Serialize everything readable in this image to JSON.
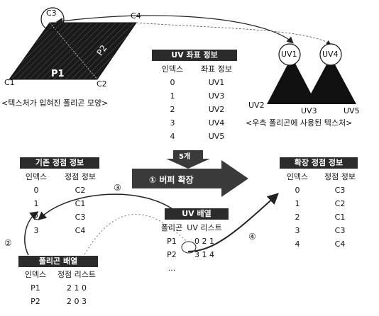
{
  "polygon": {
    "corners": [
      "C1",
      "C2",
      "C3",
      "C4"
    ],
    "faces": [
      "P1",
      "P2"
    ],
    "caption": "<텍스처가 입혀진 폴리곤 모양>"
  },
  "texture": {
    "labels": [
      "UV1",
      "UV4",
      "UV2",
      "UV3",
      "UV5"
    ],
    "caption": "<우측 폴리곤에 사용된 텍스처>"
  },
  "uv_table": {
    "title": "UV 좌표 정보",
    "headers": [
      "인덱스",
      "좌표 정보"
    ],
    "rows": [
      [
        "0",
        "UV1"
      ],
      [
        "1",
        "UV3"
      ],
      [
        "2",
        "UV2"
      ],
      [
        "3",
        "UV4"
      ],
      [
        "4",
        "UV5"
      ]
    ]
  },
  "count_label": "5개",
  "expand_step": "① 버퍼 확장",
  "base_table": {
    "title": "기존 정점 정보",
    "headers": [
      "인덱스",
      "정점 정보"
    ],
    "rows": [
      [
        "0",
        "C2"
      ],
      [
        "1",
        "C1"
      ],
      [
        "2",
        "C3"
      ],
      [
        "3",
        "C4"
      ]
    ]
  },
  "expanded_table": {
    "title": "확장 정점 정보",
    "headers": [
      "인덱스",
      "정점 정보"
    ],
    "rows": [
      [
        "0",
        "C3"
      ],
      [
        "1",
        "C2"
      ],
      [
        "2",
        "C1"
      ],
      [
        "3",
        "C3"
      ],
      [
        "4",
        "C4"
      ]
    ]
  },
  "uv_array": {
    "title": "UV 배열",
    "headers": [
      "폴리곤",
      "UV 리스트"
    ],
    "rows": [
      [
        "P1",
        "0 2 1"
      ],
      [
        "P2",
        "3 1 4"
      ],
      [
        "...",
        ""
      ]
    ]
  },
  "polygon_array": {
    "title": "폴리곤 배열",
    "headers": [
      "인덱스",
      "정점 리스트"
    ],
    "rows": [
      [
        "P1",
        "2 1 0"
      ],
      [
        "P2",
        "2 0 3"
      ]
    ]
  },
  "steps": {
    "s2": "②",
    "s3": "③",
    "s4": "④"
  }
}
